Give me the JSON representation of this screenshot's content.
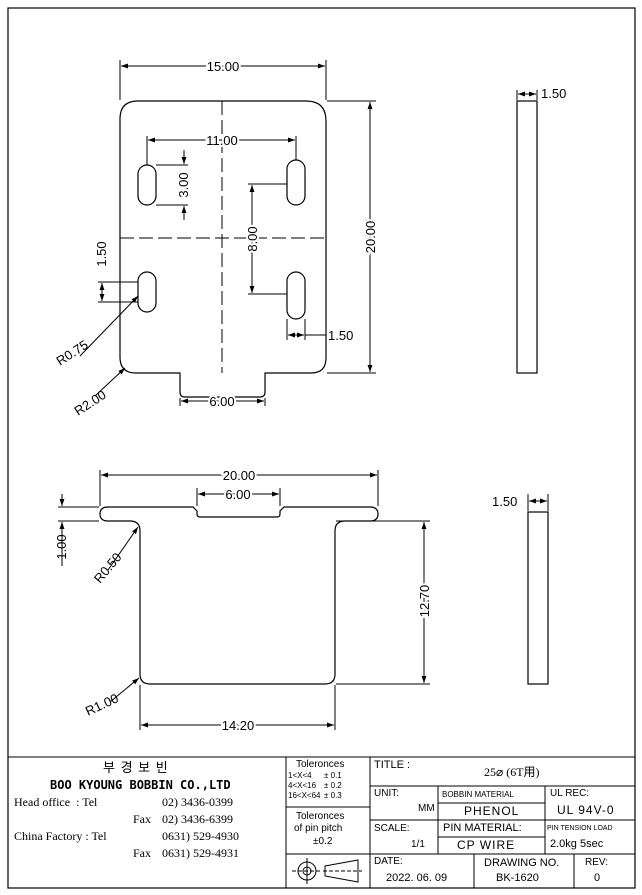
{
  "dimensions": {
    "top_width": "15.00",
    "slot_spacing": "11.00",
    "slot_length": "3.00",
    "slot_offset": "8.00",
    "slot_width_left": "1.50",
    "slot_width_right": "1.50",
    "height": "20.00",
    "tab_width": "6.00",
    "radius_slot": "R0.75",
    "radius_corner": "R2.00",
    "side_thickness": "1.50",
    "bottom_width": "20.00",
    "bottom_tab": "6.00",
    "flange_thickness": "1.00",
    "radius_flange": "R0.50",
    "bottom_height": "12.70",
    "radius_bottom": "R1.00",
    "bottom_body_width": "14.20",
    "side2_thickness": "1.50"
  },
  "title_block": {
    "company_korean": "부 경 보 빈",
    "company_name": "BOO KYOUNG BOBBIN CO.,LTD",
    "head_office_label": "Head office  : Tel",
    "head_office_tel": "02) 3436-0399",
    "fax_label": "Fax",
    "head_office_fax": "02) 3436-6399",
    "china_label": "China Factory : Tel",
    "china_tel": "0631) 529-4930",
    "china_fax": "0631) 529-4931",
    "tolerances_heading": "Toleronces",
    "tol_row1_range": "1<X<4",
    "tol_row1_value": "± 0.1",
    "tol_row2_range": "4<X<16",
    "tol_row2_value": "± 0.2",
    "tol_row3_range": "16<X<64",
    "tol_row3_value": "± 0.3",
    "pin_tol_heading": "Toleronces",
    "pin_tol_sub": "of pin pitch",
    "pin_tol_value": "±0.2",
    "title_label": "TITLE :",
    "title_value": "25⌀  (6T用)",
    "unit_label": "UNIT:",
    "unit_value": "MM",
    "bobbin_material_label": "BOBBIN MATERIAL",
    "bobbin_material_value": "PHENOL",
    "ul_rec_label": "UL REC:",
    "ul_rec_value": "UL 94V-0",
    "scale_label": "SCALE:",
    "scale_value": "1/1",
    "pin_material_label": "PIN MATERIAL:",
    "pin_material_value": "CP WIRE",
    "pin_tension_label": "PIN TENSION LOAD",
    "pin_tension_value": "2.0kg 5sec",
    "date_label": "DATE:",
    "date_value": "2022. 06. 09",
    "drawing_no_label": "DRAWING NO.",
    "drawing_no_value": "BK-1620",
    "rev_label": "REV:",
    "rev_value": "0"
  }
}
